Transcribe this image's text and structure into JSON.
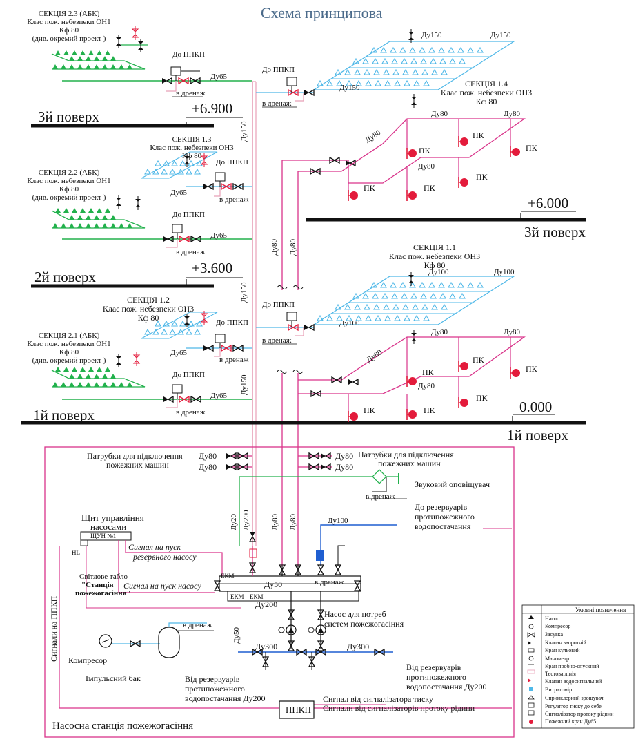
{
  "title": "Схема принципова",
  "sections": {
    "s23": [
      "СЕКЦІЯ 2.3 (АБК)",
      "Клас пож. небезпеки ОН1",
      "Кф 80",
      "(див. окремий проект )"
    ],
    "s14": [
      "СЕКЦІЯ 1.4",
      "Клас пож. небезпеки ОН3",
      "Кф 80"
    ],
    "s13": [
      "СЕКЦІЯ 1.3",
      "Клас пож. небезпеки ОН3",
      "Кф 80"
    ],
    "s22": [
      "СЕКЦІЯ 2.2 (АБК)",
      "Клас пож. небезпеки ОН1",
      "Кф 80",
      "(див. окремий проект )"
    ],
    "s11": [
      "СЕКЦІЯ 1.1",
      "Клас пож. небезпеки ОН3",
      "Кф 80"
    ],
    "s12": [
      "СЕКЦІЯ 1.2",
      "Клас пож. небезпеки ОН3",
      "Кф 80"
    ],
    "s21": [
      "СЕКЦІЯ 2.1 (АБК)",
      "Клас пож. небезпеки ОН1",
      "Кф 80",
      "(див. окремий проект )"
    ]
  },
  "floors": {
    "f3_left": "3й поверх",
    "f3_left_elev": "+6.900",
    "f3_right": "3й поверх",
    "f3_right_elev": "+6.000",
    "f2_left": "2й поверх",
    "f2_left_elev": "+3.600",
    "f1_left": "1й поверх",
    "f1_right": "1й поверх",
    "f1_right_elev": "0.000"
  },
  "labels": {
    "do_ppkp": "До ППКП",
    "v_drenazh": "в дренаж",
    "du65": "Ду65",
    "du150": "Ду150",
    "du100": "Ду100",
    "du80": "Ду80",
    "du50": "Ду50",
    "du20": "Ду20",
    "du200": "Ду200",
    "du300": "Ду300",
    "pk": "ПК",
    "ekm": "ЕКМ"
  },
  "station": {
    "patrubky_1": "Патрубки для підключення",
    "patrubky_2": "пожежних машин",
    "zvukovyi": "Звуковий оповіщувач",
    "do_rez_1": "До резервуарів",
    "do_rez_2": "протипожежного",
    "do_rez_3": "водопостачання",
    "shchyt_1": "Щит управління",
    "shchyt_2": "насосами",
    "shchun": "ЩУН №1",
    "hl": "HL",
    "signal_rezerv_1": "Сигнал на пуск",
    "signal_rezerv_2": "резервного насосу",
    "signal_pusk": "Сигнал на пуск насосу",
    "tablo_1": "Світлове табло",
    "tablo_2": "\"Станція",
    "tablo_3": "пожежогасіння\"",
    "signaly_ppkp": "Сигнали на ППКП",
    "nasos_1": "Насос для потреб",
    "nasos_2": "систем пожежогасіння",
    "kompresor": "Компресор",
    "impuls": "Імпульсний бак",
    "vid_rez_left_1": "Від резервуарів",
    "vid_rez_left_2": "протипожежного",
    "vid_rez_left_3": "водопостачання Ду200",
    "vid_rez_right_1": "Від резервуарів",
    "vid_rez_right_2": "протипожежного",
    "vid_rez_right_3": "водопостачання Ду200",
    "ppkp": "ППКП",
    "signal_tysk": "Сигнал від сигналізатора тиску",
    "signal_protok": "Сигнали від сигналізаторів протоку рідини",
    "station_name": "Насосна станція пожежогасіння"
  },
  "legend": {
    "title": "Умовні позначення",
    "items": [
      "Насос",
      "Компресор",
      "Засувка",
      "Клапан зворотній",
      "Кран кульовий",
      "Манометр",
      "Кран пробно-спускний",
      "Тестова лінія",
      "Клапан водосигнальний",
      "Витратомір",
      "Спринклерний зрошувач",
      "Регулятор тиску до себе",
      "Сигналізатор протоку рідини",
      "Пожежний кран Ду65"
    ]
  },
  "colors": {
    "green": "#22b14c",
    "cyan": "#4fb8e8",
    "magenta": "#d9338a",
    "pinkline": "#e8a0b8",
    "red": "#e31b3b",
    "blue": "#1f5fd1",
    "title": "#4a6a8a"
  }
}
